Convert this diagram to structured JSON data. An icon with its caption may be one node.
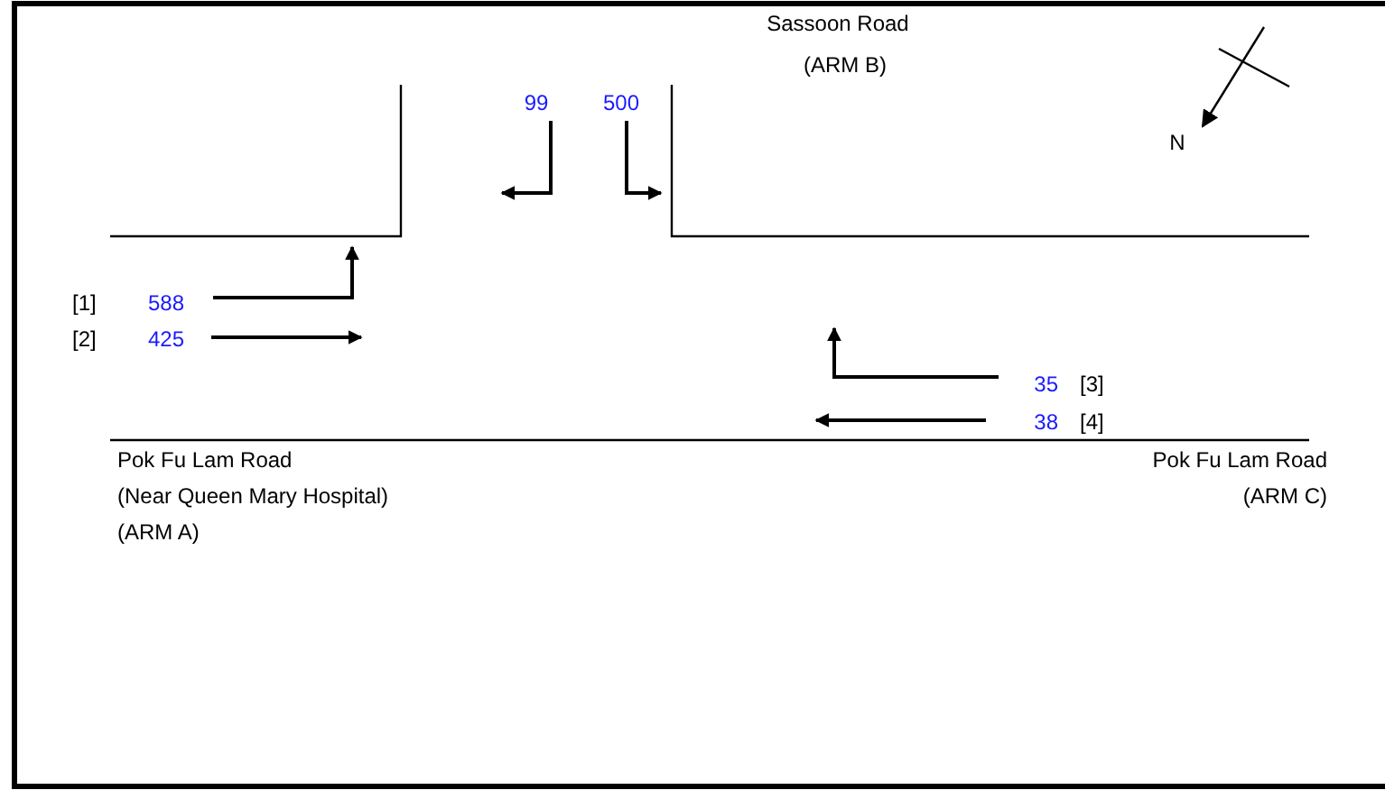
{
  "diagram": {
    "labels": [
      "Sassoon Road",
      "(ARM B)",
      "99",
      "500",
      "N",
      "[1]",
      "588",
      "[2]",
      "425",
      "35",
      "[3]",
      "38",
      "[4]",
      "Pok Fu Lam Road",
      "Pok Fu Lam Road",
      "(Near Queen Mary Hospital)",
      "(ARM C)",
      "(ARM A)"
    ]
  }
}
